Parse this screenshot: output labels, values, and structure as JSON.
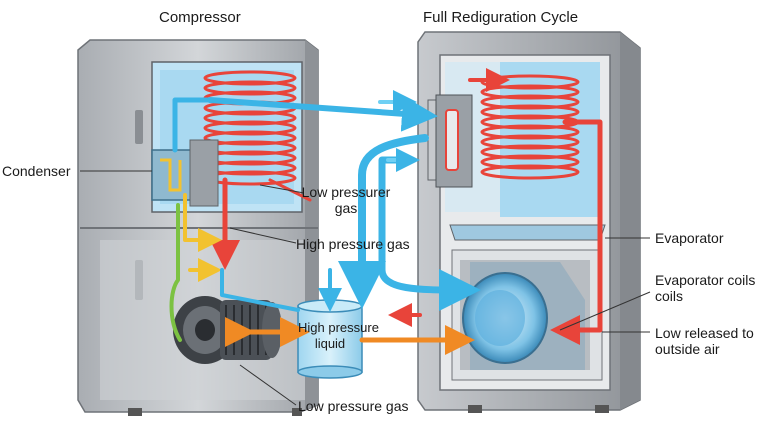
{
  "titles": {
    "left": "Compressor",
    "right": "Full Rediguration Cycle"
  },
  "labels": {
    "condenser": "Condenser",
    "low_pressure_gas_top_1": "Low pressurer",
    "low_pressure_gas_top_2": "gas",
    "high_pressure_gas": "High pressure gas",
    "high_pressure_liquid_1": "High pressure",
    "high_pressure_liquid_2": "liquid",
    "low_pressure_gas_bottom": "Low pressure gas",
    "evaporator": "Evaporator",
    "evaporator_coils_1": "Evaporator coils",
    "evaporator_coils_2": "coils",
    "low_released_1": "Low released to",
    "low_released_2": "outside air"
  },
  "colors": {
    "hot_line": "#e8443a",
    "cold_line": "#3bb4e6",
    "yellow_line": "#f2c230",
    "green_line": "#7cc242",
    "orange_line": "#f08a24",
    "cabinet": "#b9bcc0",
    "inner_blue": "#bfe3f5"
  }
}
